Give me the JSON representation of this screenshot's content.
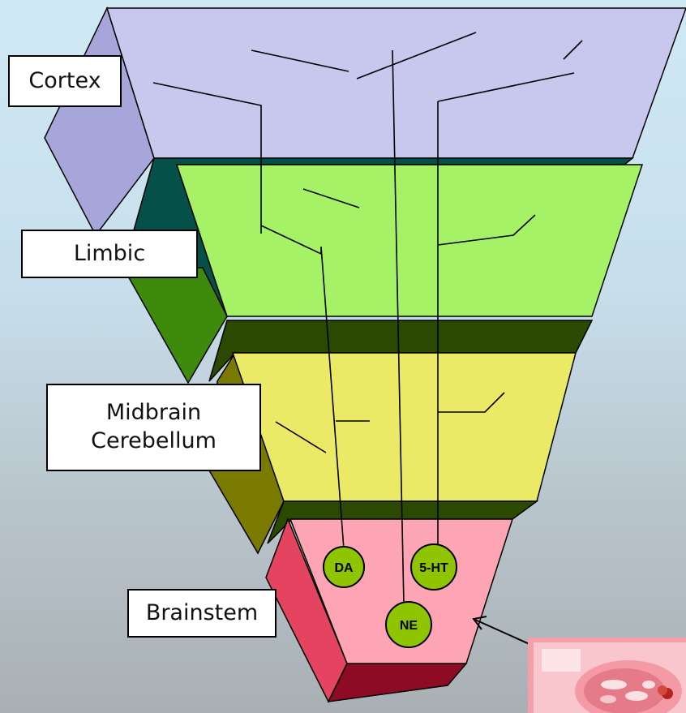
{
  "diagram": {
    "levels": [
      {
        "key": "cortex",
        "lines": [
          "Cortex"
        ]
      },
      {
        "key": "limbic",
        "lines": [
          "Limbic"
        ]
      },
      {
        "key": "midbrain",
        "lines": [
          "Midbrain",
          "Cerebellum"
        ]
      },
      {
        "key": "brainstem",
        "lines": [
          "Brainstem"
        ]
      }
    ],
    "nuclei": [
      {
        "key": "da",
        "label": "DA"
      },
      {
        "key": "5ht",
        "label": "5-HT"
      },
      {
        "key": "ne",
        "label": "NE"
      }
    ],
    "colors": {
      "cortex_front": "#c8c8ef",
      "cortex_side": "#a7a6db",
      "limbic_front": "#a5f266",
      "limbic_back": "#06504a",
      "limbic_side": "#3e8a0c",
      "midbrain_front": "#eaea66",
      "midbrain_back": "#2b4900",
      "midbrain_side": "#7a7a00",
      "brainstem_front": "#fea5b5",
      "brainstem_side": "#e54460",
      "brainstem_bottom": "#8d0b24",
      "nucleus_fill": "#8ec400"
    }
  }
}
